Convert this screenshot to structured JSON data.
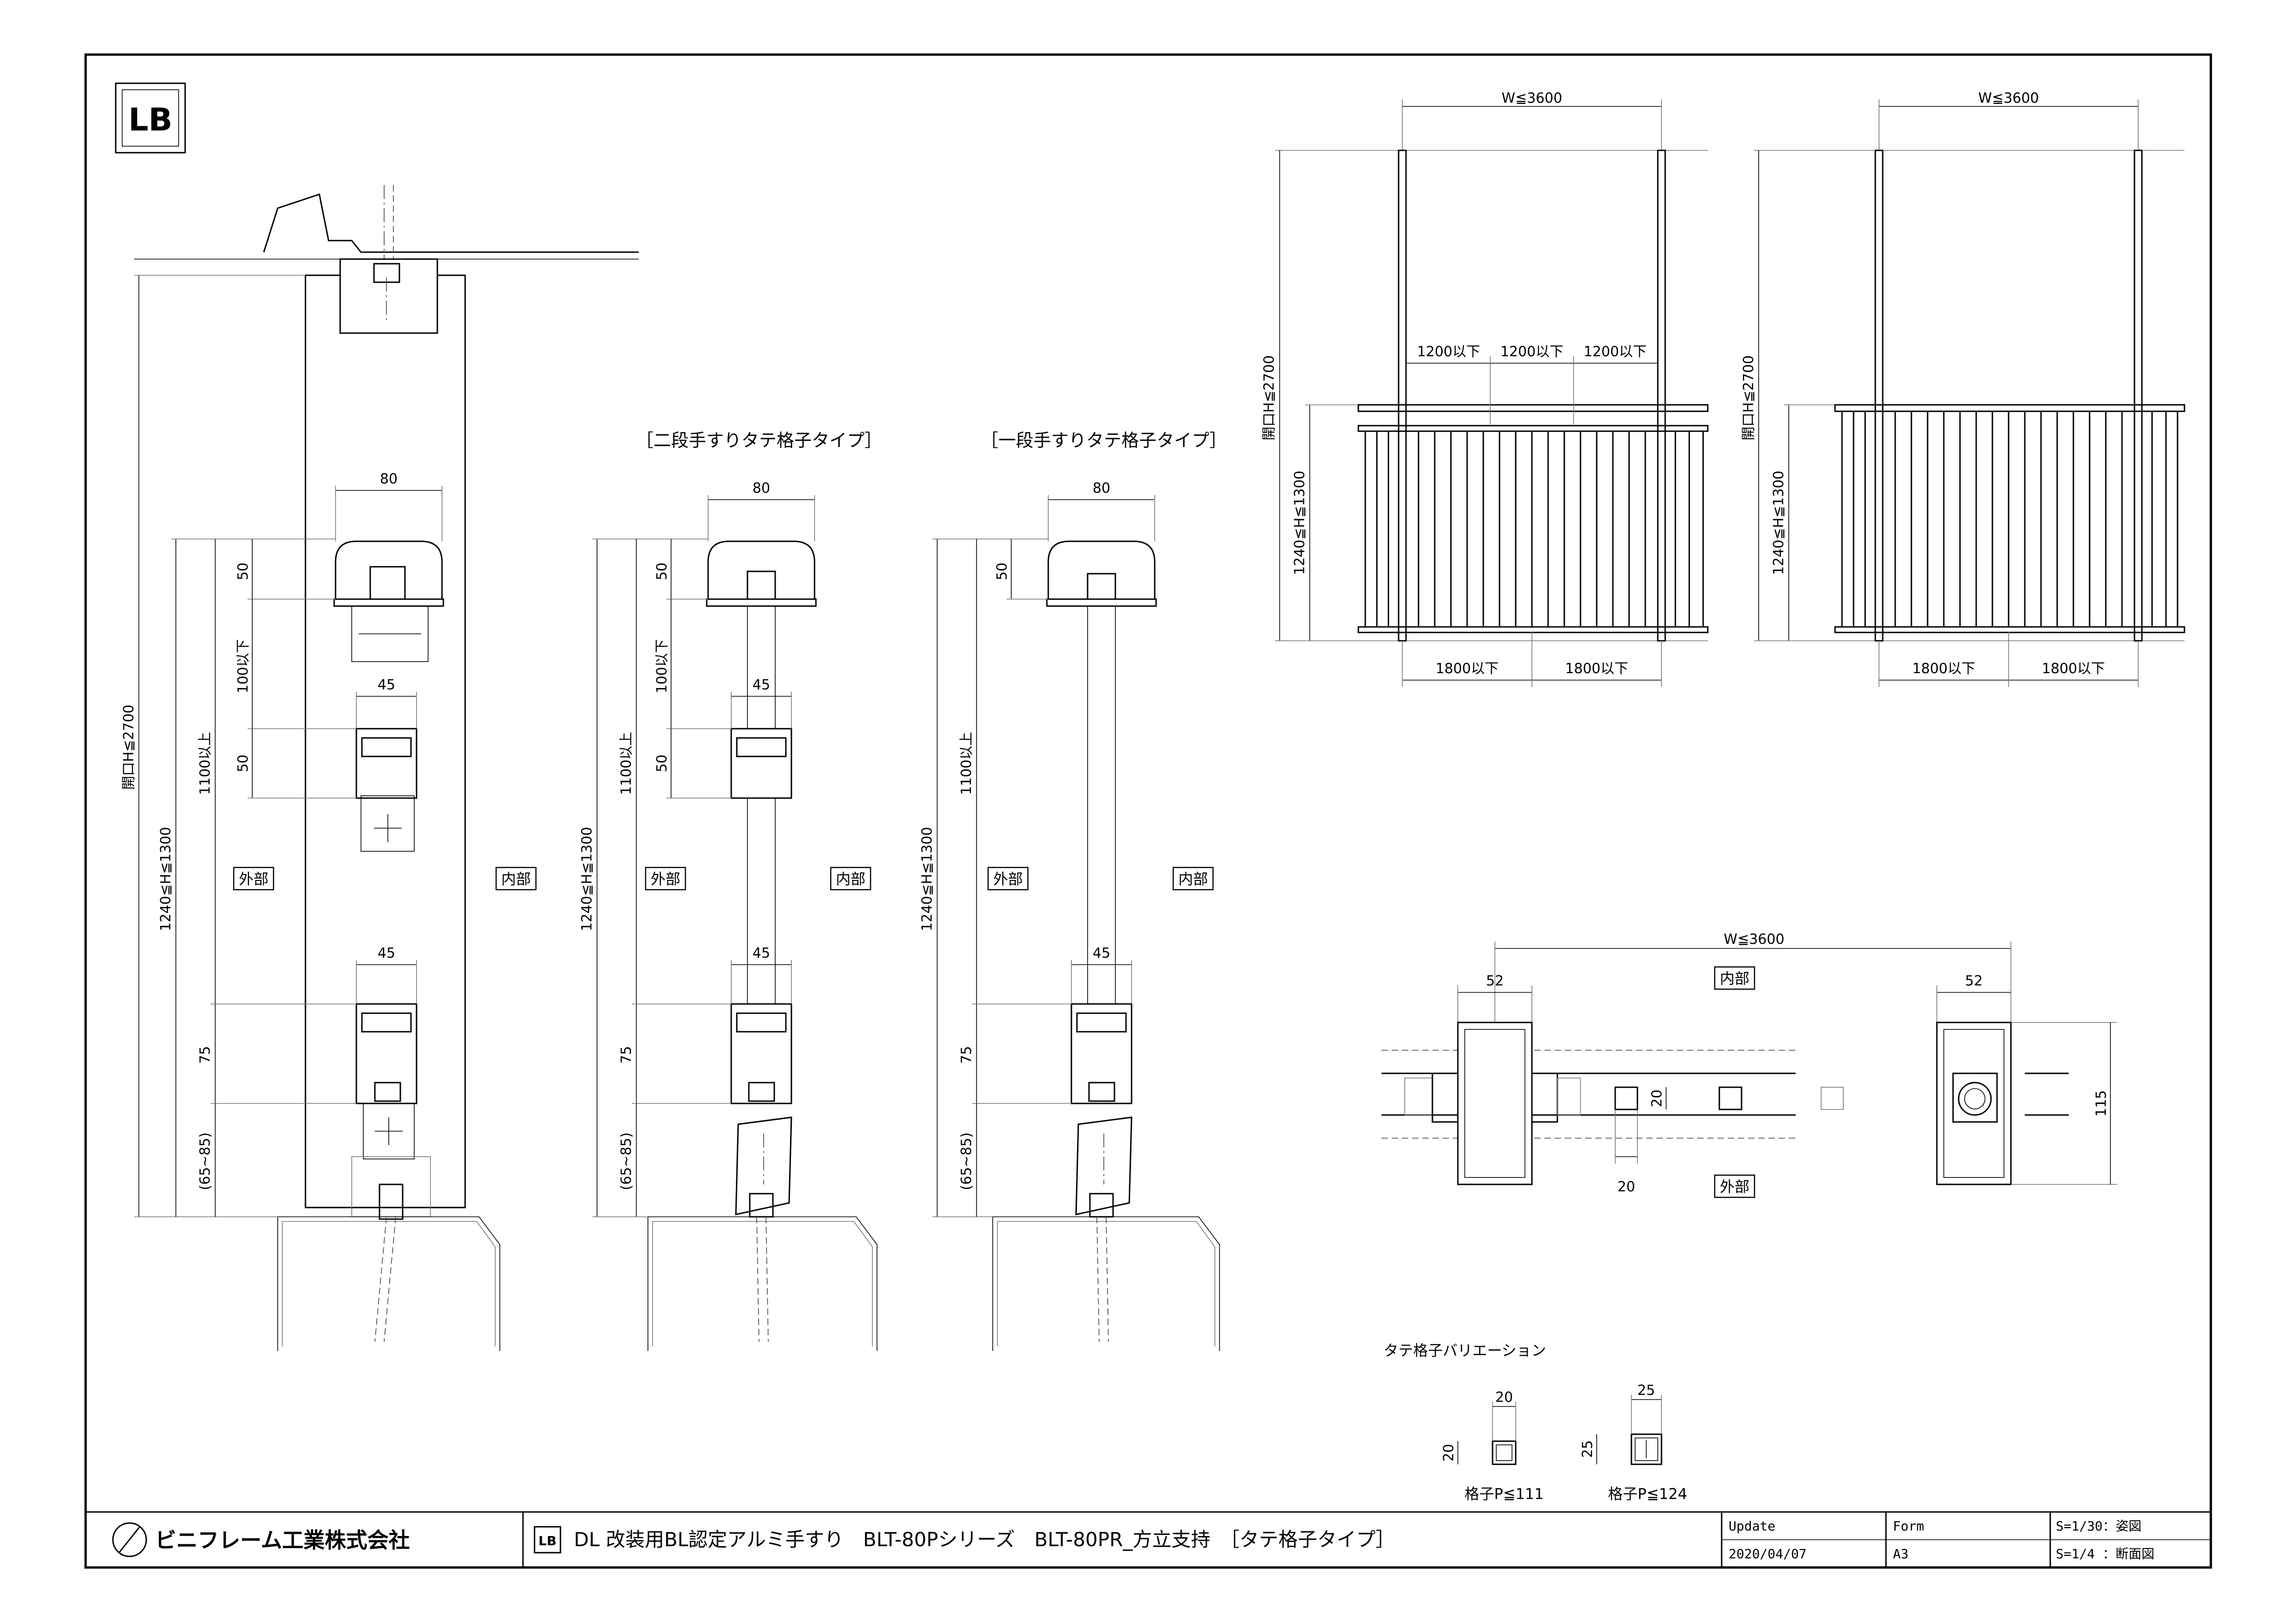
{
  "drawing": {
    "title": "DL 改装用BL認定アルミ手すり　BLT-80Pシリーズ　BLT-80PR_方立支持　［タテ格子タイプ］",
    "company": "ビニフレーム工業株式会社",
    "logo_text": "LB",
    "update_label": "Update",
    "update_date": "2020/04/07",
    "form_label": "Form",
    "form_value": "A3",
    "scale_1": "S=1/30：姿図",
    "scale_2": "S=1/4 ：断面図"
  },
  "sections": {
    "two_step_title": "［二段手すりタテ格子タイプ］",
    "one_step_title": "［一段手すりタテ格子タイプ］"
  },
  "labels": {
    "outside": "外部",
    "inside": "内部",
    "opening_h": "開口H≦2700",
    "h_range": "1240≦H≦1300",
    "over_1100": "1100以上",
    "under_100": "100以下",
    "dim_80": "80",
    "dim_45": "45",
    "dim_50": "50",
    "dim_75": "75",
    "dim_65_85": "(65~85)",
    "w_3600": "W≦3600",
    "under_1200": "1200以下",
    "under_1800": "1800以下",
    "dim_52": "52",
    "dim_115": "115",
    "dim_20": "20",
    "dim_25": "25"
  },
  "variation": {
    "title": "タテ格子バリエーション",
    "p111": "格子P≦111",
    "p124": "格子P≦124"
  }
}
